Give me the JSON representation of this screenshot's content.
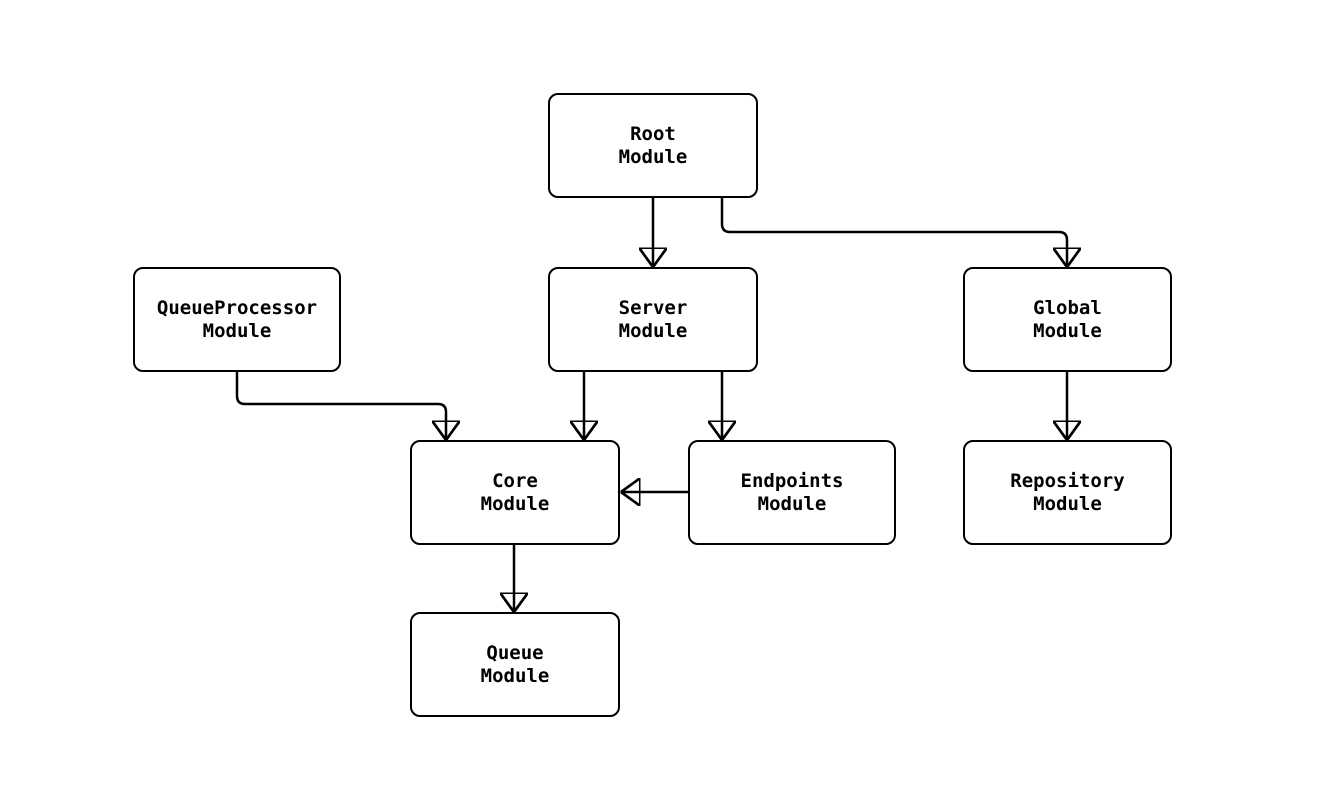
{
  "colors": {
    "background": "#ffffff",
    "node_fill": "#ffffff",
    "stroke": "#000000",
    "text": "#000000"
  },
  "nodes": [
    {
      "id": "root",
      "line1": "Root",
      "line2": "Module"
    },
    {
      "id": "queue-processor",
      "line1": "QueueProcessor",
      "line2": "Module"
    },
    {
      "id": "server",
      "line1": "Server",
      "line2": "Module"
    },
    {
      "id": "global",
      "line1": "Global",
      "line2": "Module"
    },
    {
      "id": "core",
      "line1": "Core",
      "line2": "Module"
    },
    {
      "id": "endpoints",
      "line1": "Endpoints",
      "line2": "Module"
    },
    {
      "id": "repository",
      "line1": "Repository",
      "line2": "Module"
    },
    {
      "id": "queue",
      "line1": "Queue",
      "line2": "Module"
    }
  ],
  "edges": [
    {
      "from": "Root Module",
      "to": "Server Module"
    },
    {
      "from": "Root Module",
      "to": "Global Module"
    },
    {
      "from": "QueueProcessor Module",
      "to": "Core Module"
    },
    {
      "from": "Server Module",
      "to": "Core Module"
    },
    {
      "from": "Server Module",
      "to": "Endpoints Module"
    },
    {
      "from": "Global Module",
      "to": "Repository Module"
    },
    {
      "from": "Endpoints Module",
      "to": "Core Module"
    },
    {
      "from": "Core Module",
      "to": "Queue Module"
    }
  ]
}
